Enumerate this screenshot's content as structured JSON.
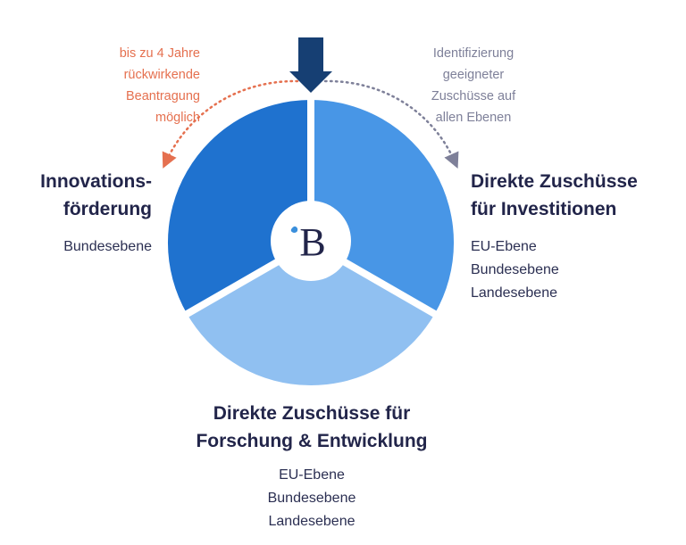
{
  "center_logo": {
    "letter": "B"
  },
  "notes": {
    "left": [
      "bis zu 4 Jahre",
      "rückwirkende",
      "Beantragung",
      "möglich"
    ],
    "right": [
      "Identifizierung",
      "geeigneter",
      "Zuschüsse auf",
      "allen Ebenen"
    ]
  },
  "segments": {
    "left": {
      "title_lines": [
        "Innovations-",
        "förderung"
      ],
      "levels": [
        "Bundesebene"
      ],
      "color": "#1f72cf"
    },
    "right": {
      "title_lines": [
        "Direkte Zuschüsse",
        "für Investitionen"
      ],
      "levels": [
        "EU-Ebene",
        "Bundesebene",
        "Landesebene"
      ],
      "color": "#4896e6"
    },
    "bottom": {
      "title_lines": [
        "Direkte Zuschüsse für",
        "Forschung & Entwicklung"
      ],
      "levels": [
        "EU-Ebene",
        "Bundesebene",
        "Landesebene"
      ],
      "color": "#90c0f1"
    }
  },
  "colors": {
    "arrow": "#163f73",
    "note_left": "#e5704f",
    "note_right": "#7e8099",
    "logo_text": "#22254a",
    "logo_accent": "#3a8fdc"
  }
}
